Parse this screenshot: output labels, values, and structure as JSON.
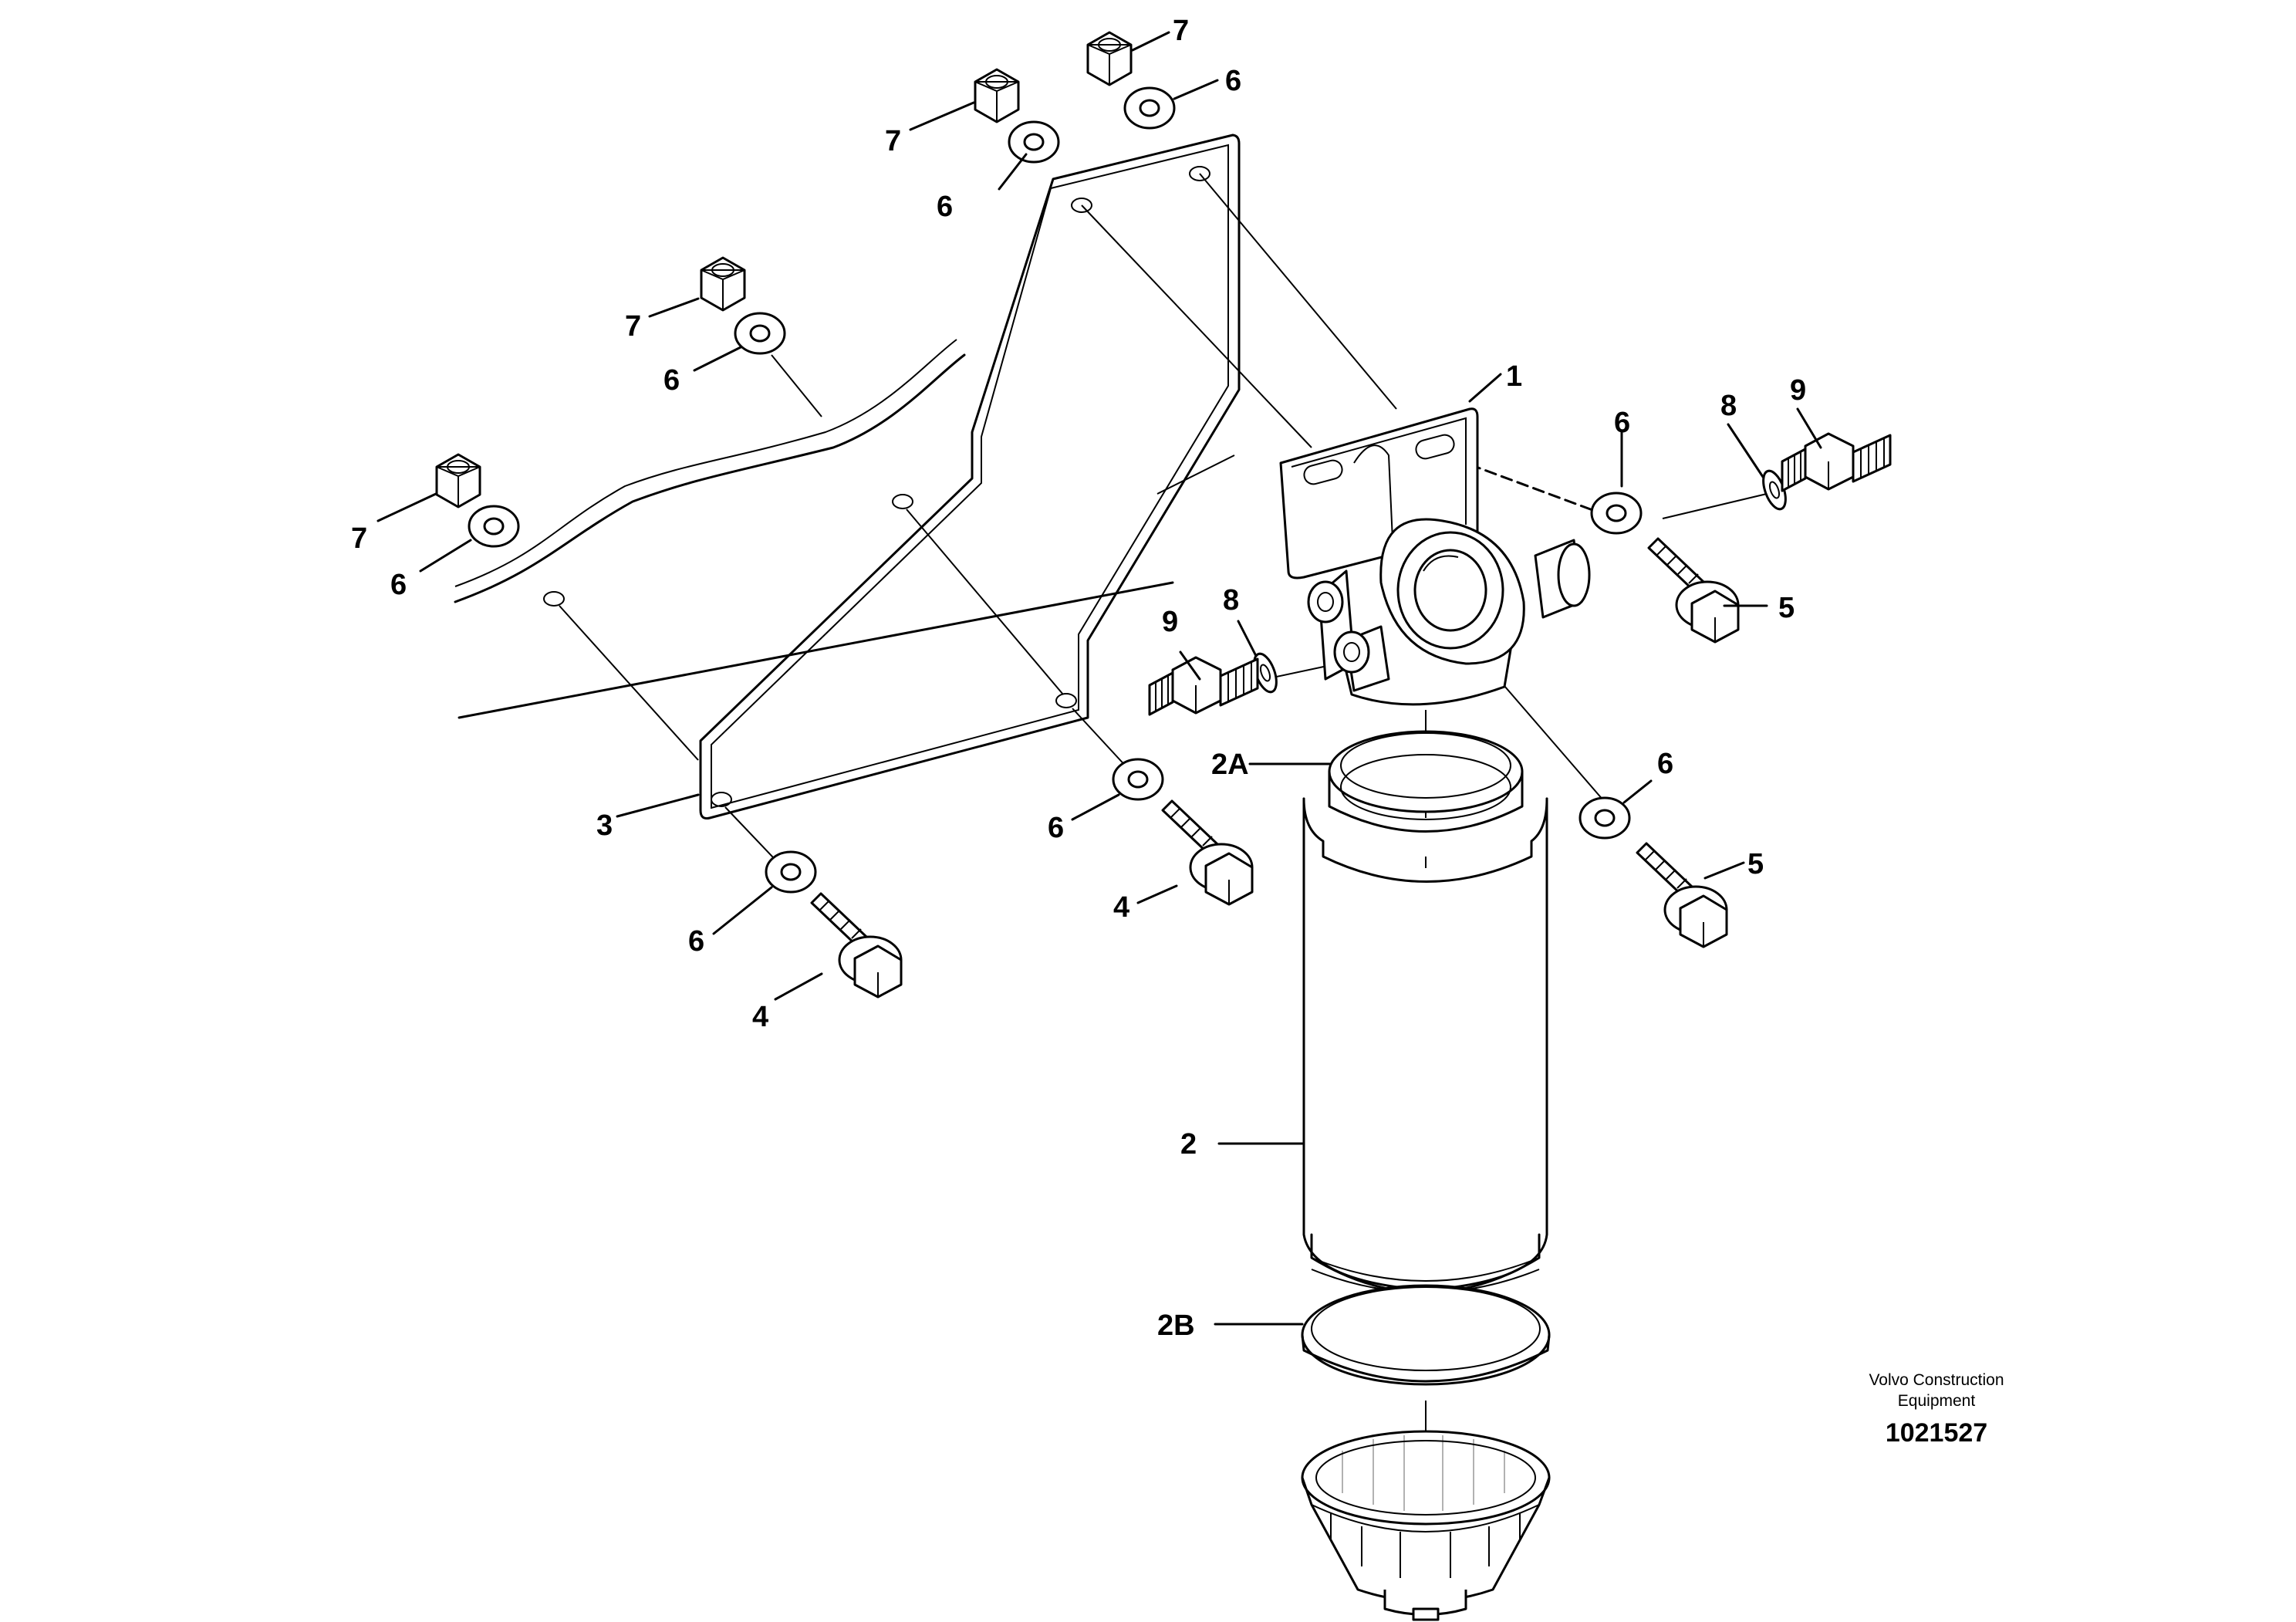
{
  "labels": {
    "l1": "1",
    "l2": "2",
    "l2A": "2A",
    "l2B": "2B",
    "l3": "3",
    "l4a": "4",
    "l4b": "4",
    "l5a": "5",
    "l5b": "5",
    "l6a": "6",
    "l6b": "6",
    "l6c": "6",
    "l6d": "6",
    "l6e": "6",
    "l6f": "6",
    "l6g": "6",
    "l6h": "6",
    "l7a": "7",
    "l7b": "7",
    "l7c": "7",
    "l7d": "7",
    "l8a": "8",
    "l8b": "8",
    "l9a": "9",
    "l9b": "9"
  },
  "credit": {
    "line1": "Volvo Construction",
    "line2": "Equipment",
    "number": "1021527"
  }
}
